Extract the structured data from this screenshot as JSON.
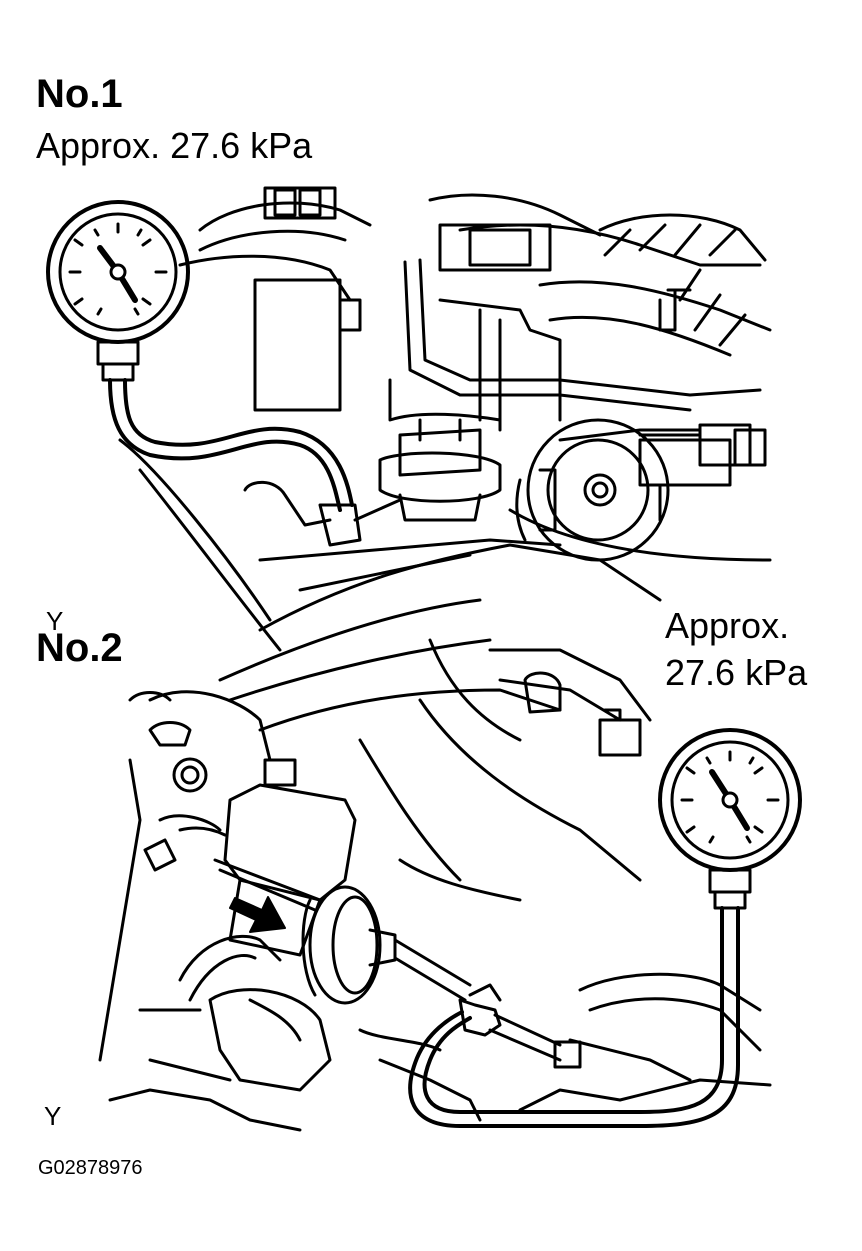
{
  "section1": {
    "label": "No.1",
    "pressure": "Approx. 27.6 kPa"
  },
  "section2": {
    "label": "No.2",
    "pressure_line1": "Approx.",
    "pressure_line2": "27.6 kPa"
  },
  "marker_top": "Y",
  "marker_bottom": "Y",
  "figure_code": "G02878976"
}
